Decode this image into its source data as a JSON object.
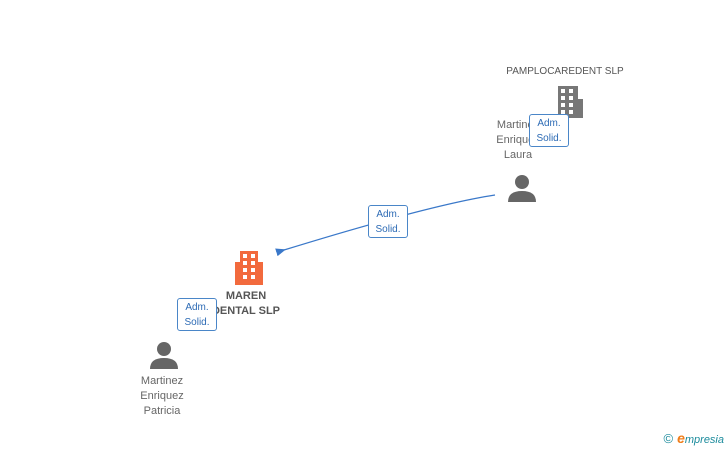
{
  "nodes": {
    "top_company": {
      "name": "PAMPLOCAREDENT SLP",
      "icon": "building-icon",
      "color": "#777777"
    },
    "top_person": {
      "name_lines": [
        "Martinez",
        "Enriquez",
        "Laura"
      ],
      "icon": "person-icon",
      "color": "#666666"
    },
    "focus_company": {
      "name_lines": [
        "MAREN",
        "DENTAL SLP"
      ],
      "icon": "building-icon",
      "color": "#f26a3d"
    },
    "bottom_person": {
      "name_lines": [
        "Martinez",
        "Enriquez",
        "Patricia"
      ],
      "icon": "person-icon",
      "color": "#666666"
    }
  },
  "relations": [
    {
      "id": "top",
      "line1": "Adm.",
      "line2": "Solid."
    },
    {
      "id": "middle",
      "line1": "Adm.",
      "line2": "Solid."
    },
    {
      "id": "bottom",
      "line1": "Adm.",
      "line2": "Solid."
    }
  ],
  "edge_color": "#3a78c9",
  "watermark": {
    "copyright": "©",
    "brand_initial": "e",
    "brand_rest": "mpresia"
  }
}
